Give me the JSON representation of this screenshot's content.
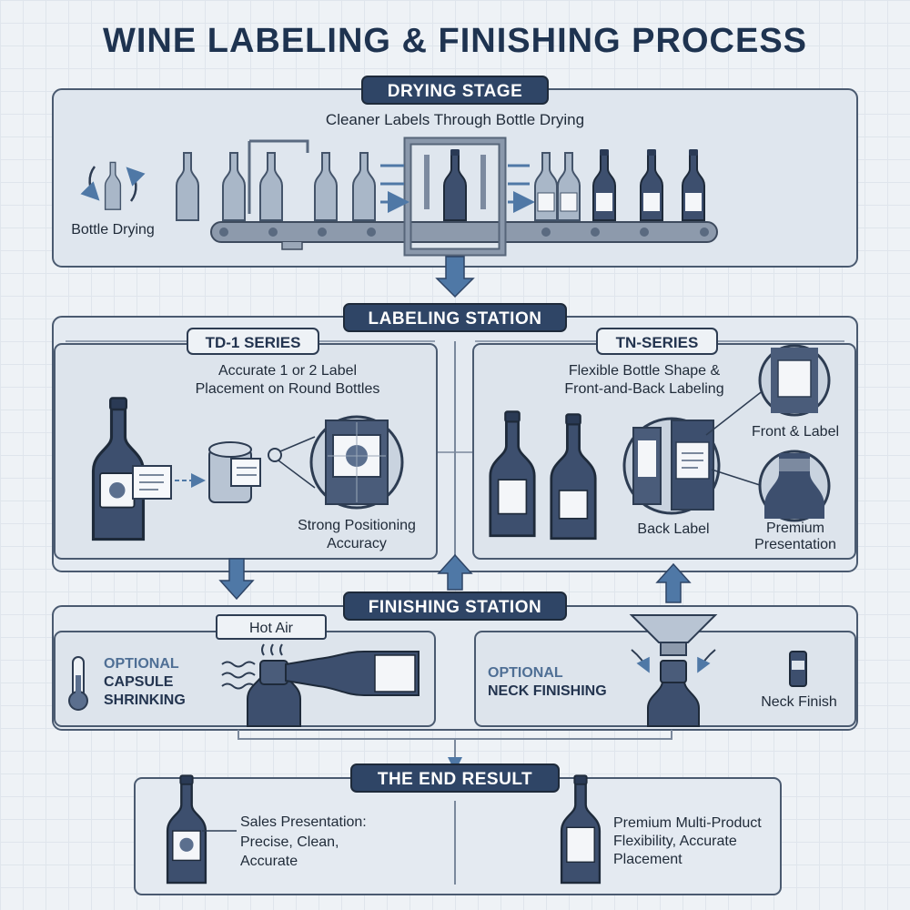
{
  "title": "WINE LABELING & FINISHING PROCESS",
  "drying": {
    "header": "DRYING STAGE",
    "subtitle": "Cleaner Labels Through Bottle Drying",
    "icon_label": "Bottle Drying"
  },
  "labeling": {
    "header": "LABELING STATION",
    "td1": {
      "header": "TD-1 SERIES",
      "desc_line1": "Accurate 1 or 2 Label",
      "desc_line2": "Placement on Round Bottles",
      "callout_line1": "Strong Positioning",
      "callout_line2": "Accuracy"
    },
    "tn": {
      "header": "TN-SERIES",
      "desc_line1": "Flexible Bottle Shape &",
      "desc_line2": "Front-and-Back Labeling",
      "front_label": "Front & Label",
      "back_label": "Back Label",
      "premium_line1": "Premium",
      "premium_line2": "Presentation"
    }
  },
  "finishing": {
    "header": "FINISHING STATION",
    "hot_air": "Hot Air",
    "capsule_line1": "OPTIONAL",
    "capsule_line2": "CAPSULE",
    "capsule_line3": "SHRINKING",
    "neck_line1": "OPTIONAL",
    "neck_line2": "NECK FINISHING",
    "neck_finish": "Neck Finish"
  },
  "end_result": {
    "header": "THE END RESULT",
    "left_line1": "Sales Presentation:",
    "left_line2": "Precise, Clean,",
    "left_line3": "Accurate",
    "right_line1": "Premium Multi-Product",
    "right_line2": "Flexibility, Accurate",
    "right_line3": "Placement"
  },
  "colors": {
    "navy": "#2f4566",
    "panel": "#dfe6ee",
    "outline": "#4a5a70",
    "arrow": "#4f78a6",
    "bottle": "#3d4f6e"
  }
}
